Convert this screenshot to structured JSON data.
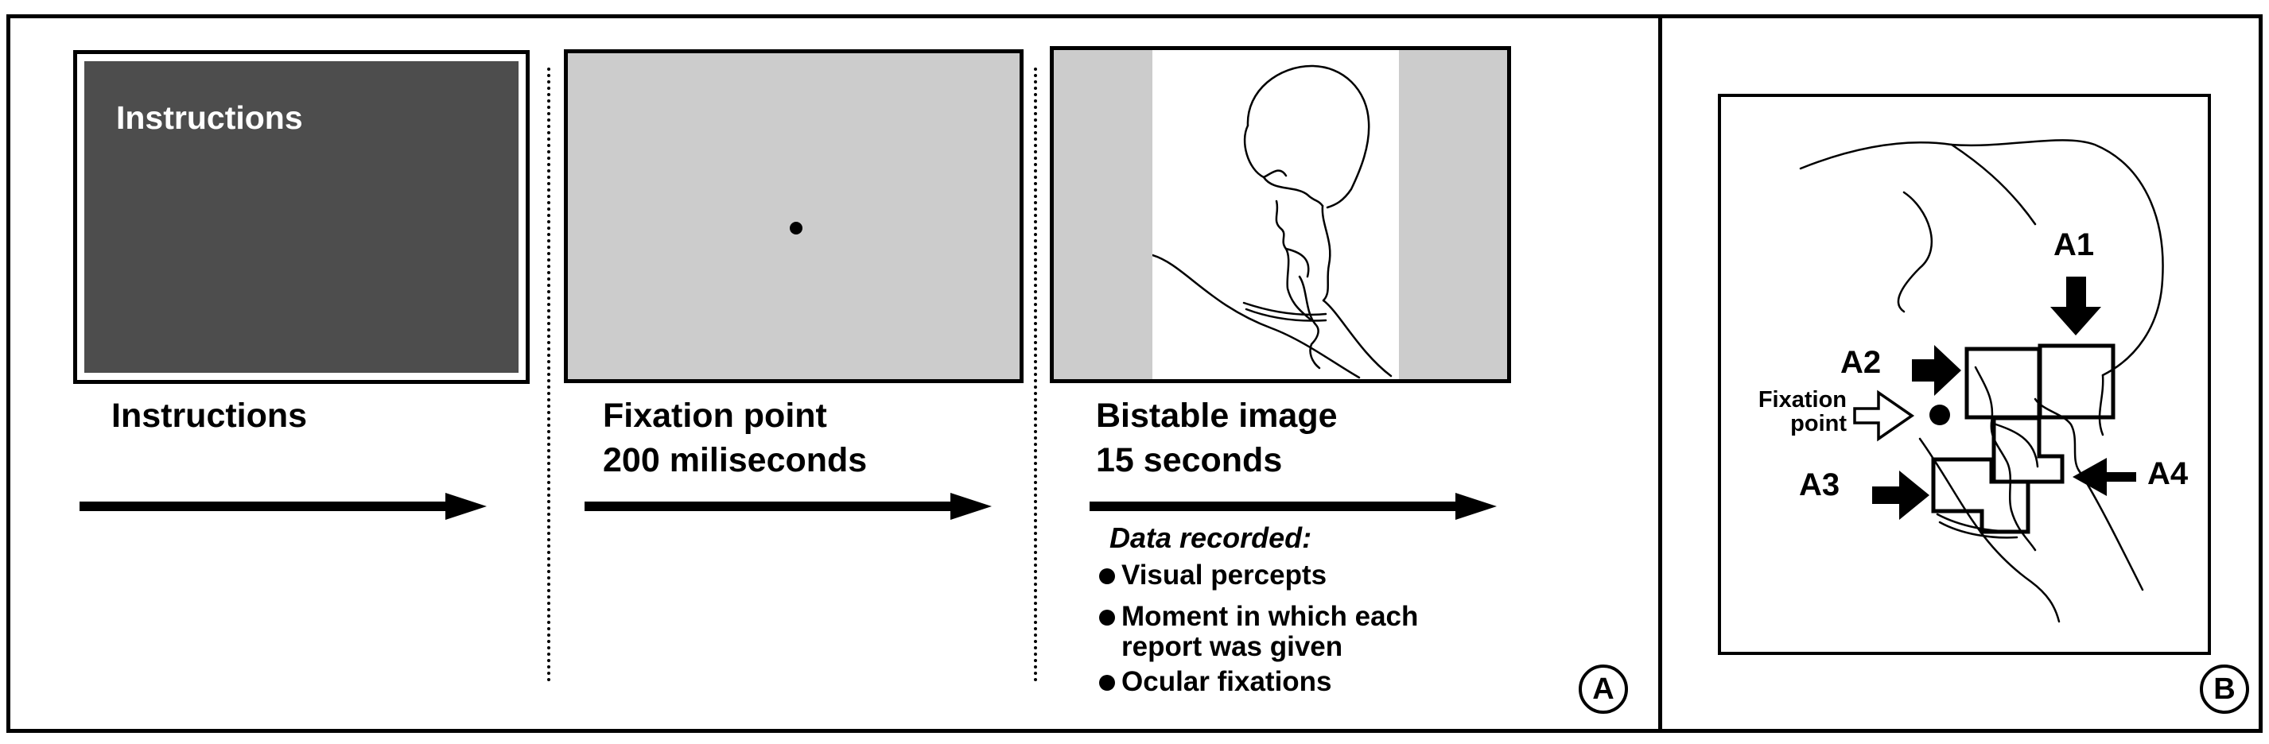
{
  "panel_a": {
    "letter": "A",
    "stages": [
      {
        "screen_title": "Instructions",
        "label_line1": "Instructions"
      },
      {
        "label_line1": "Fixation point",
        "label_line2": "200 miliseconds"
      },
      {
        "label_line1": "Bistable image",
        "label_line2": "15 seconds"
      }
    ],
    "data_recorded": {
      "heading": "Data recorded:",
      "items": [
        {
          "line1": "Visual percepts"
        },
        {
          "line1": "Moment in which each",
          "line2": "report was given"
        },
        {
          "line1": "Ocular fixations"
        }
      ]
    }
  },
  "panel_b": {
    "letter": "B",
    "aoi_labels": [
      "A1",
      "A2",
      "A3",
      "A4"
    ],
    "fixation_label_line1": "Fixation",
    "fixation_label_line2": "point"
  },
  "colors": {
    "instructions_screen": "#4d4d4d",
    "gray_screen": "#cccccc",
    "line": "#000000"
  }
}
